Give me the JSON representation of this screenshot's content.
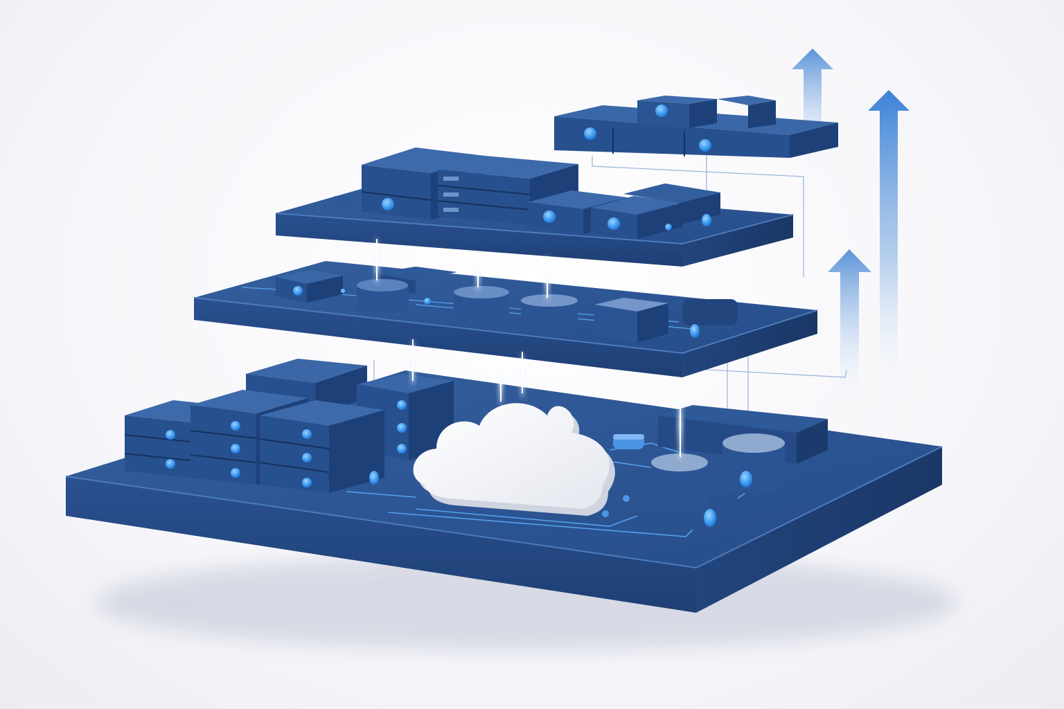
{
  "illustration": {
    "subject": "Layered cloud infrastructure / scalable data center",
    "style": "3D isometric render, blue on white",
    "description": "Four stacked blue platforms holding server and storage units, connected by glowing vertical data beams, with a white cloud on the base platform and three rising arrows on the right indicating growth"
  },
  "colors": {
    "background": "#f6f6fa",
    "platform_top": "#2d5796",
    "platform_front": "#23477f",
    "platform_side": "#1c3b6d",
    "platform_highlight": "#4a75b3",
    "server_top": "#3a67a8",
    "server_front": "#27508e",
    "server_side": "#1e4079",
    "led_accent": "#3d9bf0",
    "cloud": "#ffffff",
    "cloud_shade": "#dcdfe8",
    "arrow": "#3a7fd0",
    "beam": "#dff0ff",
    "wire": "#6fb4ff"
  },
  "layers": [
    {
      "id": "top-tier",
      "description": "Small floating cluster of server blocks with blue indicator nodes"
    },
    {
      "id": "upper-tier",
      "description": "Platform with stacked server and drive units"
    },
    {
      "id": "middle-tier",
      "description": "Platform with rounded storage modules and glowing connectors"
    },
    {
      "id": "base-tier",
      "description": "Large base platform with server racks, cloud, database cylinders and circuit traces"
    }
  ],
  "icons": [
    {
      "name": "cloud-icon"
    },
    {
      "name": "server-rack-icon"
    },
    {
      "name": "database-cylinder-icon"
    },
    {
      "name": "up-arrow-icon"
    }
  ],
  "arrows": [
    {
      "id": "arrow-left",
      "description": "tall pale rising arrow"
    },
    {
      "id": "arrow-right",
      "description": "tallest solid rising arrow"
    },
    {
      "id": "arrow-front",
      "description": "short rising arrow"
    }
  ]
}
